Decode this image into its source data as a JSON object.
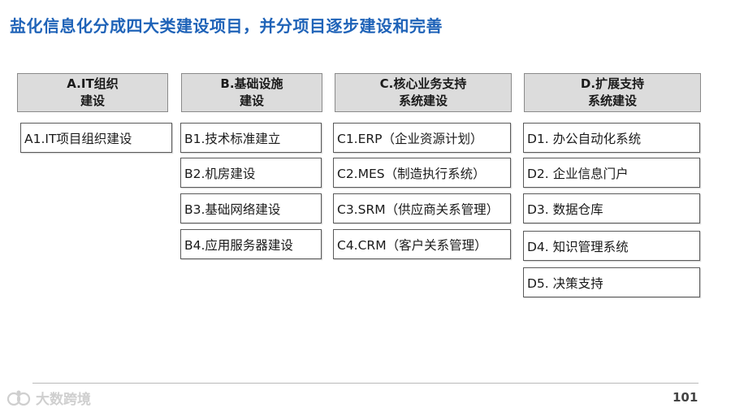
{
  "title": "盐化信息化分成四大类建设项目，并分项目逐步建设和完善",
  "columns": [
    {
      "header": "A.IT组织\n建设",
      "items": [
        "A1.IT项目组织建设"
      ]
    },
    {
      "header": "B.基础设施\n建设",
      "items": [
        "B1.技术标准建立",
        "B2.机房建设",
        "B3.基础网络建设",
        "B4.应用服务器建设"
      ]
    },
    {
      "header": "C.核心业务支持\n系统建设",
      "items": [
        "C1.ERP（企业资源计划）",
        "C2.MES（制造执行系统）",
        "C3.SRM（供应商关系管理）",
        "C4.CRM（客户关系管理）"
      ]
    },
    {
      "header": "D.扩展支持\n系统建设",
      "items": [
        "D1. 办公自动化系统",
        "D2. 企业信息门户",
        "D3. 数据仓库",
        "D4. 知识管理系统",
        "D5. 决策支持"
      ]
    }
  ],
  "footer": {
    "page_number": "101",
    "watermark": "大数跨境",
    "watermark_icon": "brand-logo-icon"
  }
}
